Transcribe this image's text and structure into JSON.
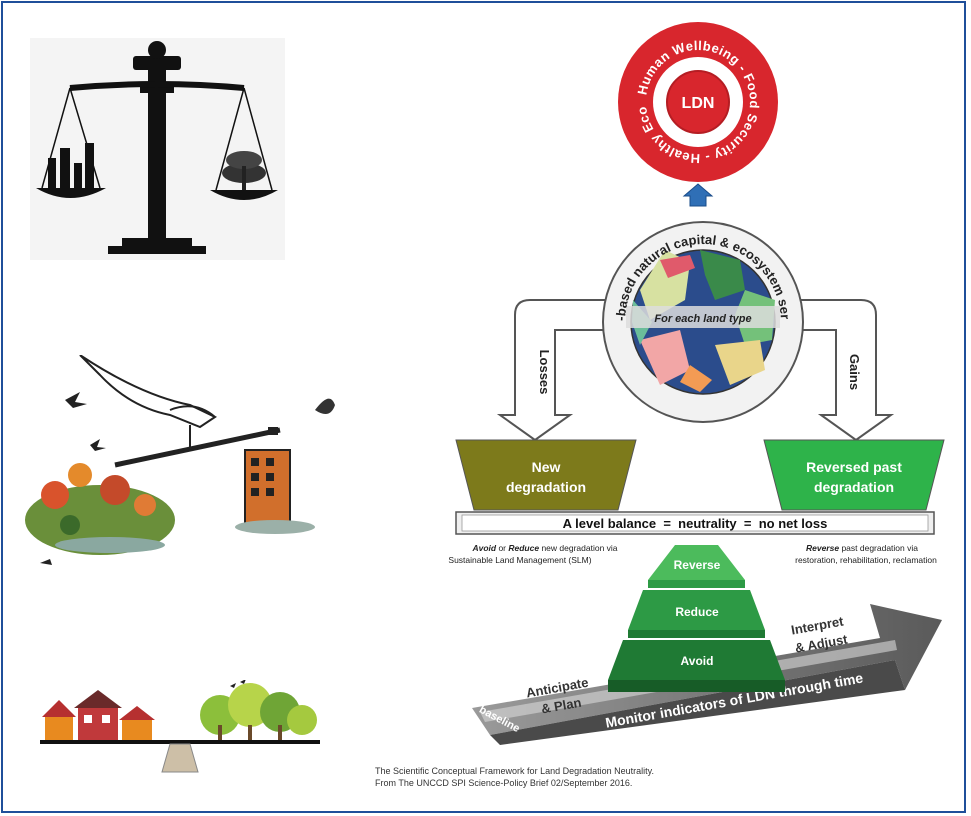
{
  "ldn_target": {
    "center_label": "LDN",
    "ring_text": "Human Wellbeing - Food Security - Healthy Ecosystems -"
  },
  "capital_circle": {
    "arc_text": "Land-based natural capital & ecosystem services",
    "inner_label": "For each land type"
  },
  "flows": {
    "losses_label": "Losses",
    "gains_label": "Gains"
  },
  "boxes": {
    "new_degradation": [
      "New",
      "degradation"
    ],
    "reversed_degradation": [
      "Reversed past",
      "degradation"
    ]
  },
  "balance_bar": {
    "text": "A level balance  =  neutrality  =  no net loss"
  },
  "notes": {
    "left": {
      "italic": "Avoid",
      "mid": " or ",
      "italic2": "Reduce",
      "rest": " new degradation via",
      "line2": "Sustainable Land Management (SLM)"
    },
    "right": {
      "italic": "Reverse",
      "rest": " past degradation via",
      "line2": "restoration, rehabilitation, reclamation"
    }
  },
  "pyramid": {
    "levels": [
      "Reverse",
      "Reduce",
      "Avoid"
    ]
  },
  "timeline": {
    "start_label": "baseline",
    "track_label": "Monitor indicators of LDN through time",
    "left_label": [
      "Anticipate",
      "& Plan"
    ],
    "right_label": [
      "Interpret",
      "& Adjust"
    ]
  },
  "caption": {
    "line1": "The Scientific Conceptual Framework for Land Degradation Neutrality.",
    "line2": "From The UNCCD SPI Science-Policy Brief 02/September 2016."
  },
  "colors": {
    "frame": "#1f4f9a",
    "ldn_red": "#d8262d",
    "olive": "#7d7a1b",
    "green": "#2eb34a",
    "pyramid_dark": "#1f7a34",
    "pyramid_mid": "#2d9a45",
    "pyramid_light": "#4cbb5c",
    "arrow_gray": "#6d6d6d"
  }
}
